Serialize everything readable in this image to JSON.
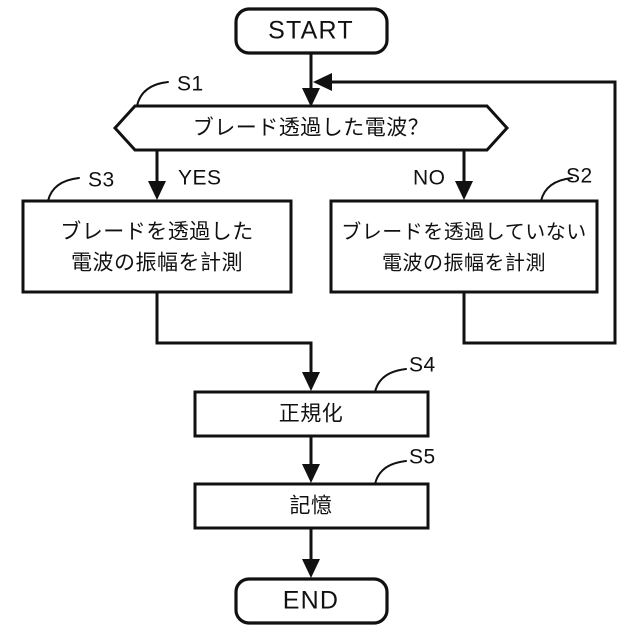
{
  "diagram": {
    "type": "flowchart",
    "title_text": "",
    "language": "ja",
    "colors": {
      "background": "#ffffff",
      "stroke": "#111111",
      "fill": "#ffffff"
    },
    "nodes": {
      "start": {
        "label": "START",
        "shape": "rounded-terminator"
      },
      "decision": {
        "label": "ブレード透過した電波？",
        "shape": "hexagon",
        "step": "S1"
      },
      "process_yes": {
        "line1": "ブレードを透過した",
        "line2": "電波の振幅を計測",
        "shape": "rectangle",
        "step": "S3"
      },
      "process_no": {
        "line1": "ブレードを透過していない",
        "line2": "電波の振幅を計測",
        "shape": "rectangle",
        "step": "S2"
      },
      "normalize": {
        "label": "正規化",
        "shape": "rectangle",
        "step": "S4"
      },
      "store": {
        "label": "記憶",
        "shape": "rectangle",
        "step": "S5"
      },
      "end": {
        "label": "END",
        "shape": "rounded-terminator"
      }
    },
    "branch_labels": {
      "yes": "YES",
      "no": "NO"
    },
    "step_labels": {
      "s1": "S1",
      "s2": "S2",
      "s3": "S3",
      "s4": "S4",
      "s5": "S5"
    }
  }
}
